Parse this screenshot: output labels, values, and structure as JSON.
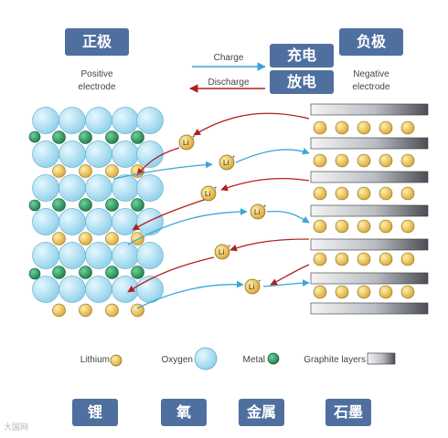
{
  "labels": {
    "cathode_cn": "正极",
    "cathode_en_1": "Positive",
    "cathode_en_2": "electrode",
    "anode_cn": "负极",
    "anode_en_1": "Negative",
    "anode_en_2": "electrode",
    "charge_en": "Charge",
    "charge_cn": "充电",
    "discharge_en": "Discharge",
    "discharge_cn": "放电",
    "ion": "Li",
    "ion_sup": "+"
  },
  "legend": {
    "lithium": "Lithium",
    "oxygen": "Oxygen",
    "metal": "Metal",
    "graphite": "Graphite layers",
    "lithium_cn": "锂",
    "oxygen_cn": "氧",
    "metal_cn": "金属",
    "graphite_cn": "石墨"
  },
  "watermark": "大国网",
  "colors": {
    "tag_bg": "#4f6f9f",
    "oxygen": "#a9dff0",
    "metal": "#2e9a62",
    "lithium": "#e9bf4a",
    "charge_arrow": "#3aa6d8",
    "discharge_arrow": "#b02020",
    "graphite_light": "#f0f0f0",
    "graphite_dark": "#55595e"
  }
}
